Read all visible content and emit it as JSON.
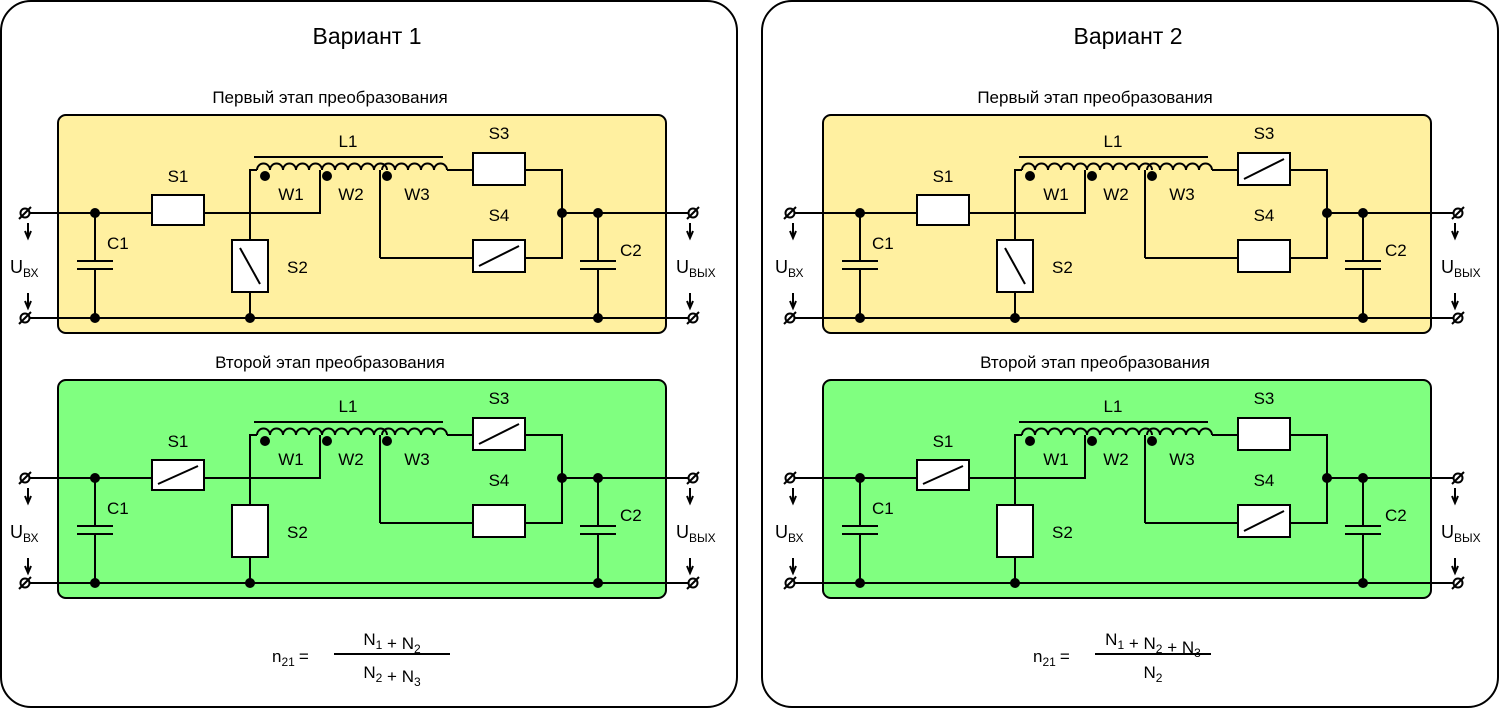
{
  "variants": [
    {
      "title": "Вариант 1",
      "stages": [
        {
          "title": "Первый этап преобразования",
          "bg": "#fff0a0",
          "switches": {
            "S1": "open",
            "S2": "closed",
            "S3": "open",
            "S4": "closed"
          }
        },
        {
          "title": "Второй этап преобразования",
          "bg": "#80ff80",
          "switches": {
            "S1": "closed",
            "S2": "open",
            "S3": "closed",
            "S4": "open"
          }
        }
      ],
      "formula": {
        "lhs": "n",
        "lhs_sub": "21",
        "eq": "=",
        "num": [
          {
            "t": "N",
            "s": "1"
          },
          {
            "t": " + "
          },
          {
            "t": "N",
            "s": "2"
          }
        ],
        "den": [
          {
            "t": "N",
            "s": "2"
          },
          {
            "t": " + "
          },
          {
            "t": "N",
            "s": "3"
          }
        ]
      }
    },
    {
      "title": "Вариант 2",
      "stages": [
        {
          "title": "Первый этап преобразования",
          "bg": "#fff0a0",
          "switches": {
            "S1": "open",
            "S2": "closed",
            "S3": "closed",
            "S4": "open"
          }
        },
        {
          "title": "Второй этап преобразования",
          "bg": "#80ff80",
          "switches": {
            "S1": "closed",
            "S2": "open",
            "S3": "open",
            "S4": "closed"
          }
        }
      ],
      "formula": {
        "lhs": "n",
        "lhs_sub": "21",
        "eq": "=",
        "num": [
          {
            "t": "N",
            "s": "1"
          },
          {
            "t": " + "
          },
          {
            "t": "N",
            "s": "2"
          },
          {
            "t": " + "
          },
          {
            "t": "N",
            "s": "3"
          }
        ],
        "den": [
          {
            "t": "N",
            "s": "2"
          }
        ]
      }
    }
  ],
  "labels": {
    "L1": "L1",
    "W1": "W1",
    "W2": "W2",
    "W3": "W3",
    "S1": "S1",
    "S2": "S2",
    "S3": "S3",
    "S4": "S4",
    "C1": "C1",
    "C2": "C2",
    "uin": "U",
    "uin_sub": "ВХ",
    "uout": "U",
    "uout_sub": "ВЫХ"
  },
  "colors": {
    "panel_border": "#000000",
    "wire": "#000000"
  }
}
